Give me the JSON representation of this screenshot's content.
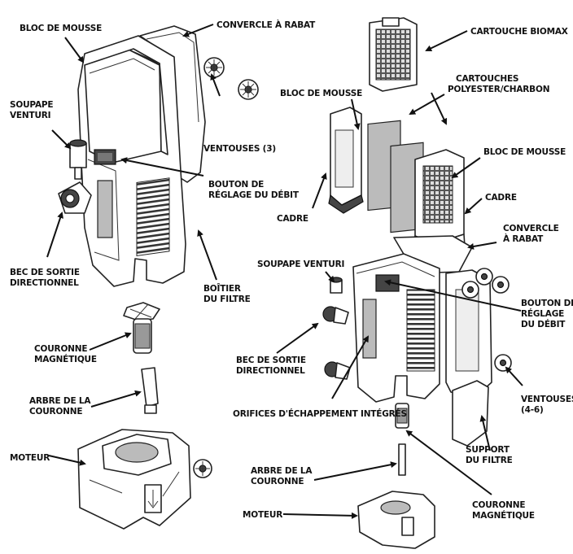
{
  "labels": {
    "bloc_mousse_left": "BLOC DE MOUSSE",
    "couvercle_rabat_left": "CONVERCLE À RABAT",
    "soupape_venturi_left_1": "SOUPAPE",
    "soupape_venturi_left_2": "VENTURI",
    "ventouses_3": "VENTOUSES (3)",
    "bouton_reglage_left_1": "BOUTON DE",
    "bouton_reglage_left_2": "RÉGLAGE DU DÉBIT",
    "bec_sortie_left_1": "BEC DE SORTIE",
    "bec_sortie_left_2": "DIRECTIONNEL",
    "boitier_filtre_1": "BOÎTIER",
    "boitier_filtre_2": "DU FILTRE",
    "couronne_magnetique_left_1": "COURONNE",
    "couronne_magnetique_left_2": "MAGNÉTIQUE",
    "arbre_couronne_left_1": "ARBRE DE LA",
    "arbre_couronne_left_2": "COURONNE",
    "moteur_left": "MOTEUR",
    "cartouche_biomax": "CARTOUCHE BIOMAX",
    "cartouches_poly_1": "CARTOUCHES",
    "cartouches_poly_2": "POLYESTER/CHARBON",
    "bloc_mousse_right_top": "BLOC DE MOUSSE",
    "bloc_mousse_right": "BLOC DE MOUSSE",
    "cadre_right": "CADRE",
    "cadre_left": "CADRE",
    "couvercle_rabat_right_1": "CONVERCLE",
    "couvercle_rabat_right_2": "À RABAT",
    "soupape_venturi_right": "SOUPAPE VENTURI",
    "bouton_reglage_right_1": "BOUTON DE",
    "bouton_reglage_right_2": "RÉGLAGE",
    "bouton_reglage_right_3": "DU DÉBIT",
    "bec_sortie_right_1": "BEC DE SORTIE",
    "bec_sortie_right_2": "DIRECTIONNEL",
    "ventouses_46_1": "VENTOUSES",
    "ventouses_46_2": "(4-6)",
    "orifices": "ORIFICES D'ÉCHAPPEMENT INTÉGRÉS",
    "support_filtre_1": "SUPPORT",
    "support_filtre_2": "DU FILTRE",
    "arbre_couronne_right_1": "ARBRE DE LA",
    "arbre_couronne_right_2": "COURONNE",
    "couronne_magnetique_right_1": "COURONNE",
    "couronne_magnetique_right_2": "MAGNÉTIQUE",
    "moteur_right": "MOTEUR"
  }
}
